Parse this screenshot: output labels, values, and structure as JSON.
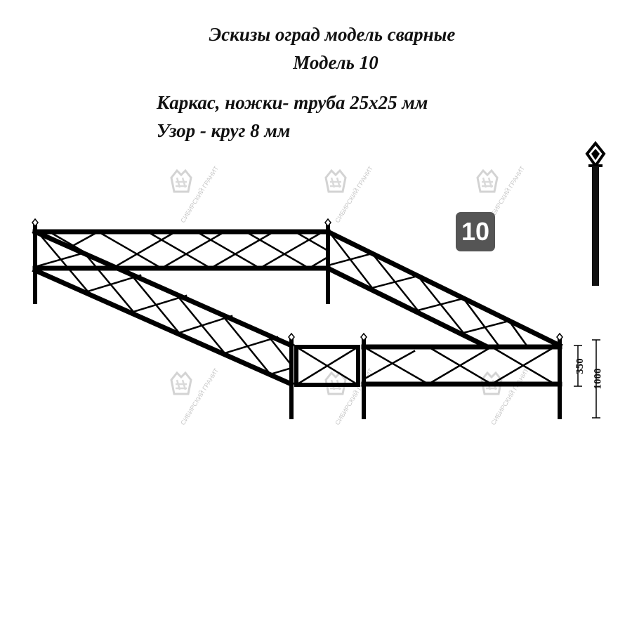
{
  "header": {
    "title_line1": "Эскизы оград модель сварные",
    "title_line2": "Модель 10"
  },
  "specs": {
    "frame": "Каркас, ножки- труба 25х25 мм",
    "pattern": "Узор - круг 8 мм"
  },
  "badge": {
    "label": "10"
  },
  "dimensions": {
    "panel_height": "350",
    "total_height": "1000"
  },
  "watermark": {
    "text": "СИБИРСКИЙ ГРАНИТ",
    "icon": "granite-logo-icon"
  },
  "colors": {
    "metal": "#000000",
    "badge_bg": "#555555",
    "watermark": "#c8c8c8"
  }
}
